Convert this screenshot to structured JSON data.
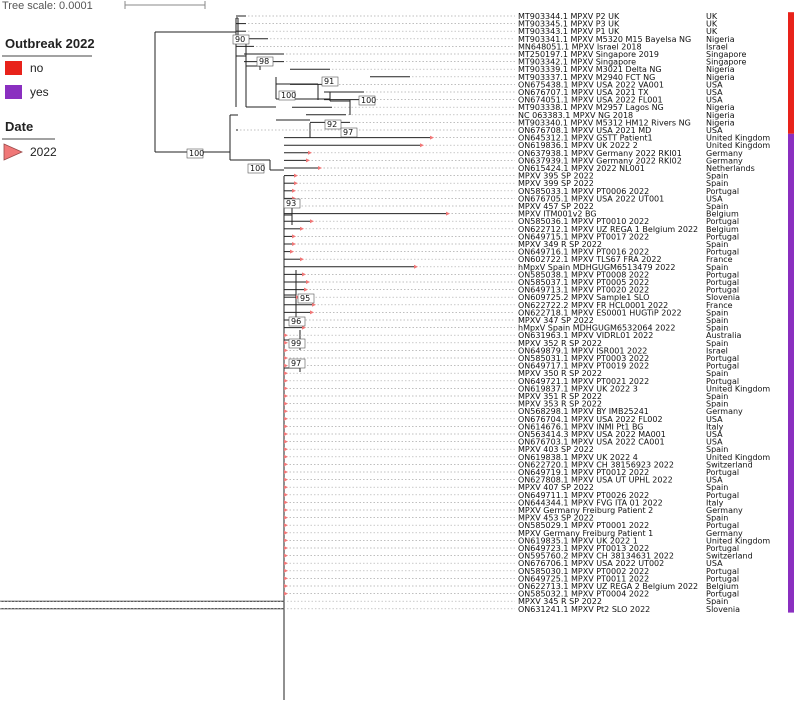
{
  "scale": {
    "label": "Tree scale: 0.0001"
  },
  "legend": {
    "outbreak": {
      "title": "Outbreak 2022",
      "items": [
        {
          "label": "no",
          "color": "#e8221a"
        },
        {
          "label": "yes",
          "color": "#8a2fc0"
        }
      ]
    },
    "date": {
      "title": "Date",
      "items": [
        {
          "label": "2022",
          "color": "#f07878"
        }
      ]
    }
  },
  "colors": {
    "branch": "#222222",
    "leader": "#aaaaaa",
    "outbreak_no": "#e8221a",
    "outbreak_yes": "#8a2fc0",
    "date_2022": "#f07878"
  },
  "tips": [
    {
      "label": "MT903344.1 MPXV P2 UK",
      "country": "UK",
      "outbreak": "no"
    },
    {
      "label": "MT903345.1 MPXV P3 UK",
      "country": "UK",
      "outbreak": "no"
    },
    {
      "label": "MT903343.1 MPXV P1 UK",
      "country": "UK",
      "outbreak": "no"
    },
    {
      "label": "MT903341.1 MPXV M5320 M15 Bayelsa NG",
      "country": "Nigeria",
      "outbreak": "no"
    },
    {
      "label": "MN648051.1 MPXV Israel 2018",
      "country": "Israel",
      "outbreak": "no"
    },
    {
      "label": "MT250197.1 MPXV Singapore 2019",
      "country": "Singapore",
      "outbreak": "no"
    },
    {
      "label": "MT903342.1 MPXV Singapore",
      "country": "Singapore",
      "outbreak": "no"
    },
    {
      "label": "MT903339.1 MPXV M3021 Delta NG",
      "country": "Nigeria",
      "outbreak": "no"
    },
    {
      "label": "MT903337.1 MPXV M2940 FCT NG",
      "country": "Nigeria",
      "outbreak": "no"
    },
    {
      "label": "ON675438.1 MPXV USA 2022 VA001",
      "country": "USA",
      "outbreak": "no"
    },
    {
      "label": "ON676707.1 MPXV USA 2021 TX",
      "country": "USA",
      "outbreak": "no"
    },
    {
      "label": "ON674051.1 MPXV USA 2022 FL001",
      "country": "USA",
      "outbreak": "no"
    },
    {
      "label": "MT903338.1 MPXV M2957 Lagos NG",
      "country": "Nigeria",
      "outbreak": "no"
    },
    {
      "label": "NC 063383.1 MPXV NG 2018",
      "country": "Nigeria",
      "outbreak": "no"
    },
    {
      "label": "MT903340.1 MPXV M5312 HM12 Rivers NG",
      "country": "Nigeria",
      "outbreak": "no"
    },
    {
      "label": "ON676708.1 MPXV USA 2021 MD",
      "country": "USA",
      "outbreak": "no"
    },
    {
      "label": "ON645312.1 MPXV GSTT Patient1",
      "country": "United Kingdom",
      "outbreak": "yes"
    },
    {
      "label": "ON619836.1 MPXV UK 2022 2",
      "country": "United Kingdom",
      "outbreak": "yes"
    },
    {
      "label": "ON637938.1 MPXV Germany 2022 RKI01",
      "country": "Germany",
      "outbreak": "yes"
    },
    {
      "label": "ON637939.1 MPXV Germany 2022 RKI02",
      "country": "Germany",
      "outbreak": "yes"
    },
    {
      "label": "ON615424.1 MPXV 2022 NL001",
      "country": "Netherlands",
      "outbreak": "yes"
    },
    {
      "label": "MPXV 395 SP 2022",
      "country": "Spain",
      "outbreak": "yes"
    },
    {
      "label": "MPXV 399 SP 2022",
      "country": "Spain",
      "outbreak": "yes"
    },
    {
      "label": "ON585033.1 MPXV PT0006 2022",
      "country": "Portugal",
      "outbreak": "yes"
    },
    {
      "label": "ON676705.1 MPXV USA 2022 UT001",
      "country": "USA",
      "outbreak": "yes"
    },
    {
      "label": "MPXV 457 SP 2022",
      "country": "Spain",
      "outbreak": "yes"
    },
    {
      "label": "MPXV ITM001v2 BG",
      "country": "Belgium",
      "outbreak": "yes"
    },
    {
      "label": "ON585036.1 MPXV PT0010 2022",
      "country": "Portugal",
      "outbreak": "yes"
    },
    {
      "label": "ON622712.1 MPXV UZ REGA 1 Belgium 2022",
      "country": "Belgium",
      "outbreak": "yes"
    },
    {
      "label": "ON649715.1 MPXV PT0017 2022",
      "country": "Portugal",
      "outbreak": "yes"
    },
    {
      "label": "MPXV 349 R SP 2022",
      "country": "Spain",
      "outbreak": "yes"
    },
    {
      "label": "ON649716.1 MPXV PT0016 2022",
      "country": "Portugal",
      "outbreak": "yes"
    },
    {
      "label": "ON602722.1 MPXV TLS67 FRA 2022",
      "country": "France",
      "outbreak": "yes"
    },
    {
      "label": "hMpxV Spain MDHGUGM6513479 2022",
      "country": "Spain",
      "outbreak": "yes"
    },
    {
      "label": "ON585038.1 MPXV PT0008 2022",
      "country": "Portugal",
      "outbreak": "yes"
    },
    {
      "label": "ON585037.1 MPXV PT0005 2022",
      "country": "Portugal",
      "outbreak": "yes"
    },
    {
      "label": "ON649713.1 MPXV PT0020 2022",
      "country": "Portugal",
      "outbreak": "yes"
    },
    {
      "label": "ON609725.2 MPXV Sample1 SLO",
      "country": "Slovenia",
      "outbreak": "yes"
    },
    {
      "label": "ON622722.2 MPXV FR HCL0001 2022",
      "country": "France",
      "outbreak": "yes"
    },
    {
      "label": "ON622718.1 MPXV ES0001 HUGTiP 2022",
      "country": "Spain",
      "outbreak": "yes"
    },
    {
      "label": "MPXV 347 SP 2022",
      "country": "Spain",
      "outbreak": "yes"
    },
    {
      "label": "hMpxV Spain MDHGUGM6532064 2022",
      "country": "Spain",
      "outbreak": "yes"
    },
    {
      "label": "ON631963.1 MPXV VIDRL01 2022",
      "country": "Australia",
      "outbreak": "yes"
    },
    {
      "label": "MPXV 352 R SP 2022",
      "country": "Spain",
      "outbreak": "yes"
    },
    {
      "label": "ON649879.1 MPXV ISR001 2022",
      "country": "Israel",
      "outbreak": "yes"
    },
    {
      "label": "ON585031.1 MPXV PT0003 2022",
      "country": "Portugal",
      "outbreak": "yes"
    },
    {
      "label": "ON649717.1 MPXV PT0019 2022",
      "country": "Portugal",
      "outbreak": "yes"
    },
    {
      "label": "MPXV 350 R SP 2022",
      "country": "Spain",
      "outbreak": "yes"
    },
    {
      "label": "ON649721.1 MPXV PT0021 2022",
      "country": "Portugal",
      "outbreak": "yes"
    },
    {
      "label": "ON619837.1 MPXV UK 2022 3",
      "country": "United Kingdom",
      "outbreak": "yes"
    },
    {
      "label": "MPXV 351 R SP 2022",
      "country": "Spain",
      "outbreak": "yes"
    },
    {
      "label": "MPXV 353 R SP 2022",
      "country": "Spain",
      "outbreak": "yes"
    },
    {
      "label": "ON568298.1 MPXV BY IMB25241",
      "country": "Germany",
      "outbreak": "yes"
    },
    {
      "label": "ON676704.1 MPXV USA 2022 FL002",
      "country": "USA",
      "outbreak": "yes"
    },
    {
      "label": "ON614676.1 MPXV INMI Pt1 BG",
      "country": "Italy",
      "outbreak": "yes"
    },
    {
      "label": "ON563414.3 MPXV USA 2022 MA001",
      "country": "USA",
      "outbreak": "yes"
    },
    {
      "label": "ON676703.1 MPXV USA 2022 CA001",
      "country": "USA",
      "outbreak": "yes"
    },
    {
      "label": "MPXV 403 SP 2022",
      "country": "Spain",
      "outbreak": "yes"
    },
    {
      "label": "ON619838.1 MPXV UK 2022 4",
      "country": "United Kingdom",
      "outbreak": "yes"
    },
    {
      "label": "ON622720.1 MPXV CH 38156923 2022",
      "country": "Switzerland",
      "outbreak": "yes"
    },
    {
      "label": "ON649719.1 MPXV PT0012 2022",
      "country": "Portugal",
      "outbreak": "yes"
    },
    {
      "label": "ON627808.1 MPXV USA UT UPHL 2022",
      "country": "USA",
      "outbreak": "yes"
    },
    {
      "label": "MPXV 407 SP 2022",
      "country": "Spain",
      "outbreak": "yes"
    },
    {
      "label": "ON649711.1 MPXV PT0026 2022",
      "country": "Portugal",
      "outbreak": "yes"
    },
    {
      "label": "ON644344.1 MPXV FVG ITA 01 2022",
      "country": "Italy",
      "outbreak": "yes"
    },
    {
      "label": "MPXV Germany Freiburg Patient 2",
      "country": "Germany",
      "outbreak": "yes"
    },
    {
      "label": "MPXV 453 SP 2022",
      "country": "Spain",
      "outbreak": "yes"
    },
    {
      "label": "ON585029.1 MPXV PT0001 2022",
      "country": "Portugal",
      "outbreak": "yes"
    },
    {
      "label": "MPXV Germany Freiburg Patient 1",
      "country": "Germany",
      "outbreak": "yes"
    },
    {
      "label": "ON619835.1 MPXV UK 2022 1",
      "country": "United Kingdom",
      "outbreak": "yes"
    },
    {
      "label": "ON649723.1 MPXV PT0013 2022",
      "country": "Portugal",
      "outbreak": "yes"
    },
    {
      "label": "ON595760.2 MPXV CH 38134631 2022",
      "country": "Switzerland",
      "outbreak": "yes"
    },
    {
      "label": "ON676706.1 MPXV USA 2022 UT002",
      "country": "USA",
      "outbreak": "yes"
    },
    {
      "label": "ON585030.1 MPXV PT0002 2022",
      "country": "Portugal",
      "outbreak": "yes"
    },
    {
      "label": "ON649725.1 MPXV PT0011 2022",
      "country": "Portugal",
      "outbreak": "yes"
    },
    {
      "label": "ON622713.1 MPXV UZ REGA 2 Belgium 2022",
      "country": "Belgium",
      "outbreak": "yes"
    },
    {
      "label": "ON585032.1 MPXV PT0004 2022",
      "country": "Portugal",
      "outbreak": "yes"
    },
    {
      "label": "MPXV 345 R SP 2022",
      "country": "Spain",
      "outbreak": "yes"
    },
    {
      "label": "ON631241.1 MPXV Pt2 SLO 2022",
      "country": "Slovenia",
      "outbreak": "yes"
    }
  ],
  "bootstrap": [
    "90",
    "98",
    "91",
    "100",
    "100",
    "92",
    "97",
    "100",
    "100",
    "93",
    "95",
    "96",
    "99",
    "97"
  ]
}
